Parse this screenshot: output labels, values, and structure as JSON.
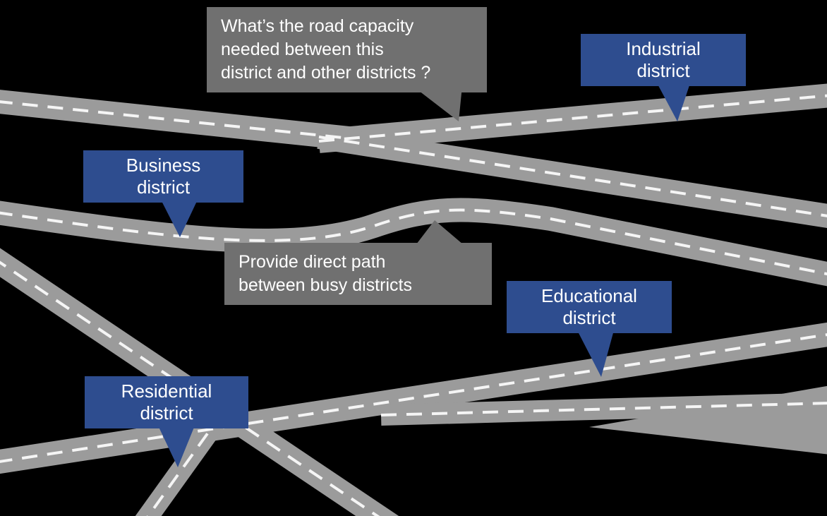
{
  "title": "City districts road network diagram",
  "colors": {
    "background": "#000000",
    "road": "#9b9b9b",
    "road-line": "#f5f5f5",
    "district": "#2e4d8f",
    "callout": "#707070",
    "text": "#ffffff"
  },
  "callouts": {
    "capacity": {
      "text": "What’s the road capacity\nneeded between this\ndistrict and other districts ?"
    },
    "direct_path": {
      "text": "Provide direct path\nbetween busy districts"
    }
  },
  "districts": {
    "industrial": {
      "label": "Industrial\ndistrict"
    },
    "business": {
      "label": "Business\ndistrict"
    },
    "educational": {
      "label": "Educational\ndistrict"
    },
    "residential": {
      "label": "Residential\ndistrict"
    }
  }
}
